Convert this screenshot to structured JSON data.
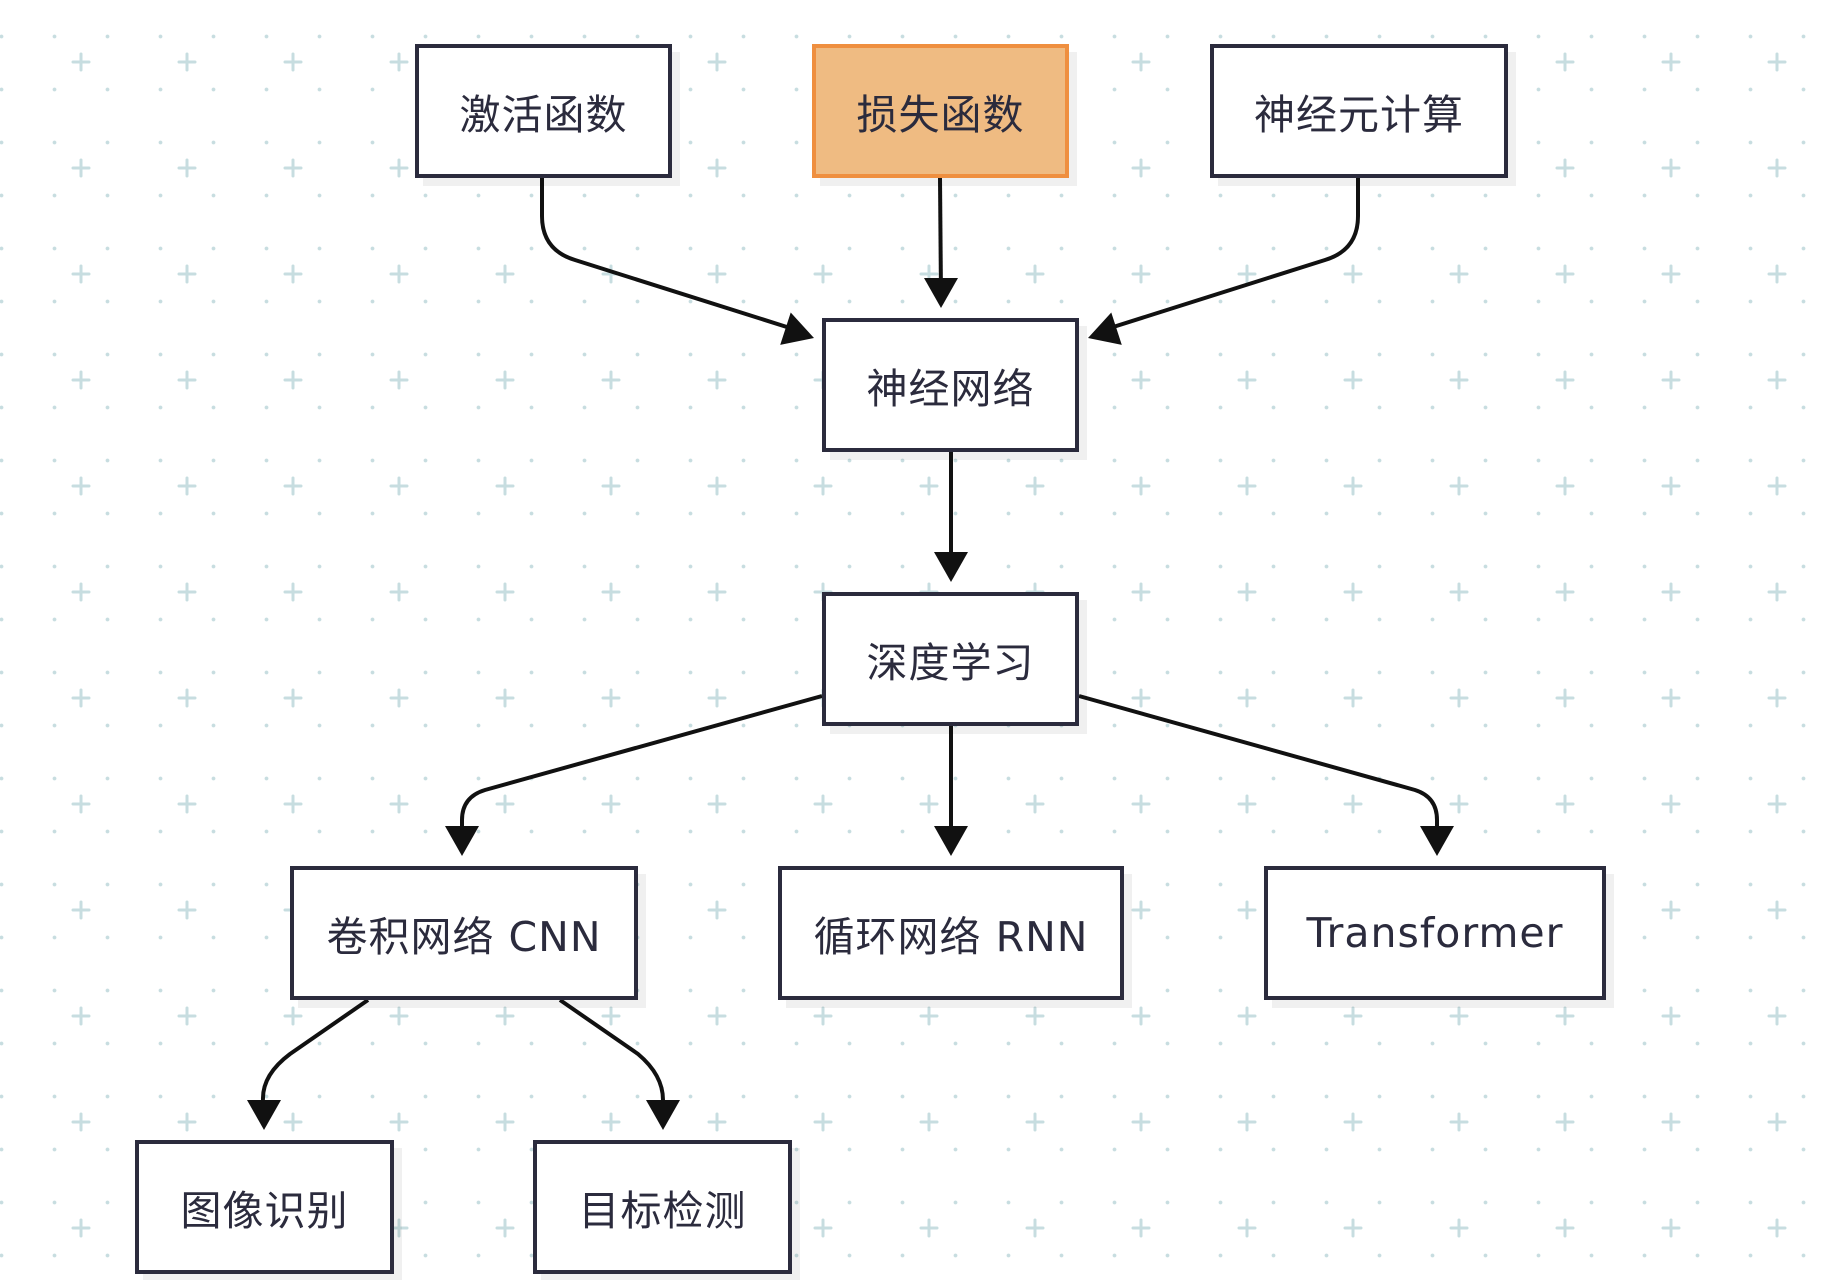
{
  "colors": {
    "node_border": "#2b2b3d",
    "node_fill": "#ffffff",
    "highlight_fill": "#efbb82",
    "highlight_border": "#ef8f3f",
    "edge": "#111111",
    "grid": "#c7dde0"
  },
  "nodes": {
    "activation": {
      "label": "激活函数"
    },
    "loss": {
      "label": "损失函数"
    },
    "neuron": {
      "label": "神经元计算"
    },
    "neural_net": {
      "label": "神经网络"
    },
    "deep_learning": {
      "label": "深度学习"
    },
    "cnn": {
      "label": "卷积网络 CNN"
    },
    "rnn": {
      "label": "循环网络 RNN"
    },
    "transformer": {
      "label": "Transformer"
    },
    "image_recognition": {
      "label": "图像识别"
    },
    "object_detection": {
      "label": "目标检测"
    }
  },
  "edges": [
    {
      "from": "activation",
      "to": "neural_net"
    },
    {
      "from": "loss",
      "to": "neural_net"
    },
    {
      "from": "neuron",
      "to": "neural_net"
    },
    {
      "from": "neural_net",
      "to": "deep_learning"
    },
    {
      "from": "deep_learning",
      "to": "cnn"
    },
    {
      "from": "deep_learning",
      "to": "rnn"
    },
    {
      "from": "deep_learning",
      "to": "transformer"
    },
    {
      "from": "cnn",
      "to": "image_recognition"
    },
    {
      "from": "cnn",
      "to": "object_detection"
    }
  ]
}
